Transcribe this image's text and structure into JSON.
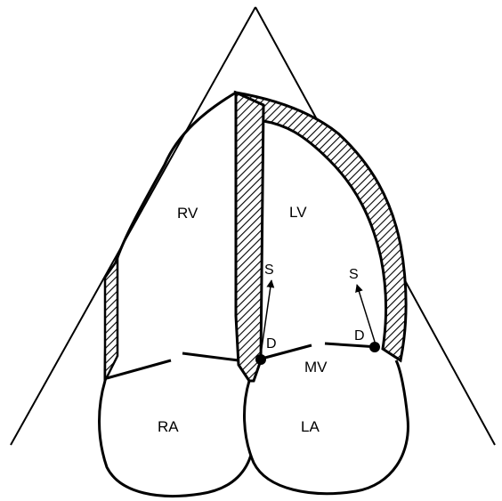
{
  "labels": {
    "rv": "RV",
    "lv": "LV",
    "ra": "RA",
    "la": "LA",
    "mv": "MV",
    "s_septal": "S",
    "s_lateral": "S",
    "d_septal": "D",
    "d_lateral": "D"
  }
}
